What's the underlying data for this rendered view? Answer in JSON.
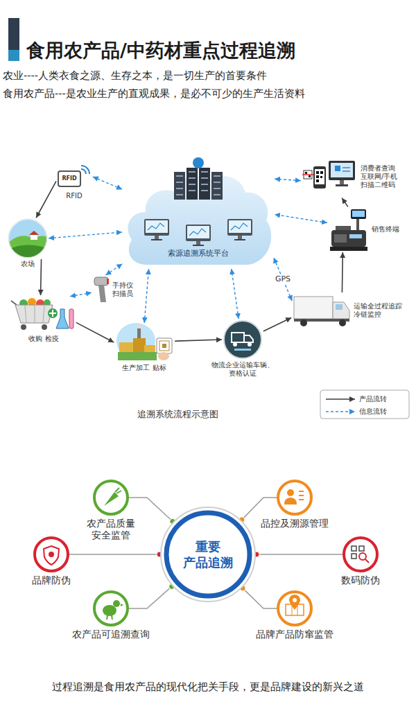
{
  "diagram": {
    "title": "食用农产品/中药材重点过程追溯",
    "caption": "追溯系统流程示意图",
    "nodes": [
      {
        "text": [
          "RFID",
          "RFID"
        ]
      },
      {
        "text": [
          "消费者查询 互联网/手机 扫描二维码"
        ]
      },
      {
        "text": [
          "农场"
        ]
      },
      {
        "text": [
          "索源追溯系统平台"
        ]
      },
      {
        "text": [
          "销售终端"
        ]
      },
      {
        "text": [
          "手持仪 扫描员"
        ]
      },
      {
        "text": [
          "收购 检疫"
        ]
      },
      {
        "text": [
          "运输全过程追踪 冷链监控"
        ]
      },
      {
        "text": [
          "生产加工 贴标"
        ]
      },
      {
        "text": [
          "物流企业运输车辆、 资格认证"
        ]
      },
      {
        "text": [
          "重要 产品追溯"
        ]
      },
      {
        "text": [
          "农产品质量 安全监管"
        ]
      },
      {
        "text": [
          "品控及溯源管理"
        ]
      },
      {
        "text": [
          "品牌防伪"
        ]
      },
      {
        "text": [
          "数码防伪"
        ]
      },
      {
        "text": [
          "农产品可追溯查询"
        ]
      },
      {
        "text": [
          "品牌产品防窜监管"
        ]
      }
    ],
    "edges": [
      {
        "from": 0,
        "to": 2,
        "arrow": "to"
      },
      {
        "from": 2,
        "to": 6,
        "arrow": "to"
      },
      {
        "from": 6,
        "to": 8,
        "arrow": "to"
      },
      {
        "from": 8,
        "to": 9,
        "arrow": "to"
      },
      {
        "from": 9,
        "to": 7,
        "arrow": "to"
      },
      {
        "from": 7,
        "to": 4,
        "arrow": "to"
      },
      {
        "from": 4,
        "to": 1,
        "arrow": "to"
      },
      {
        "from": 0,
        "to": 3,
        "arrow": "both"
      },
      {
        "from": 2,
        "to": 3,
        "arrow": "both"
      },
      {
        "from": 5,
        "to": 3,
        "arrow": "both"
      },
      {
        "from": 6,
        "to": 5,
        "arrow": "both"
      },
      {
        "from": 8,
        "to": 3,
        "arrow": "both"
      },
      {
        "from": 9,
        "to": 3,
        "arrow": "both"
      },
      {
        "from": 7,
        "to": 3,
        "arrow": "both",
        "label": "GPS"
      },
      {
        "from": 4,
        "to": 3,
        "arrow": "both"
      },
      {
        "from": 1,
        "to": 3,
        "arrow": "both"
      },
      {
        "from": 10,
        "to": 11,
        "arrow": "none"
      },
      {
        "from": 10,
        "to": 13,
        "arrow": "none"
      },
      {
        "from": 10,
        "to": 15,
        "arrow": "none"
      },
      {
        "from": 10,
        "to": 12,
        "arrow": "none"
      },
      {
        "from": 10,
        "to": 14,
        "arrow": "none"
      },
      {
        "from": 10,
        "to": 16,
        "arrow": "none"
      }
    ],
    "labels": [
      "农业----人类衣食之源、生存之本，是一切生产的首要条件",
      "食用农产品---是农业生产的直观成果，是必不可少的生产生活资料",
      "过程追溯是食用农产品的现代化把关手段，更是品牌建设的新兴之道"
    ],
    "legend": [
      {
        "text": "产品流转"
      },
      {
        "text": "信息流转"
      }
    ]
  }
}
